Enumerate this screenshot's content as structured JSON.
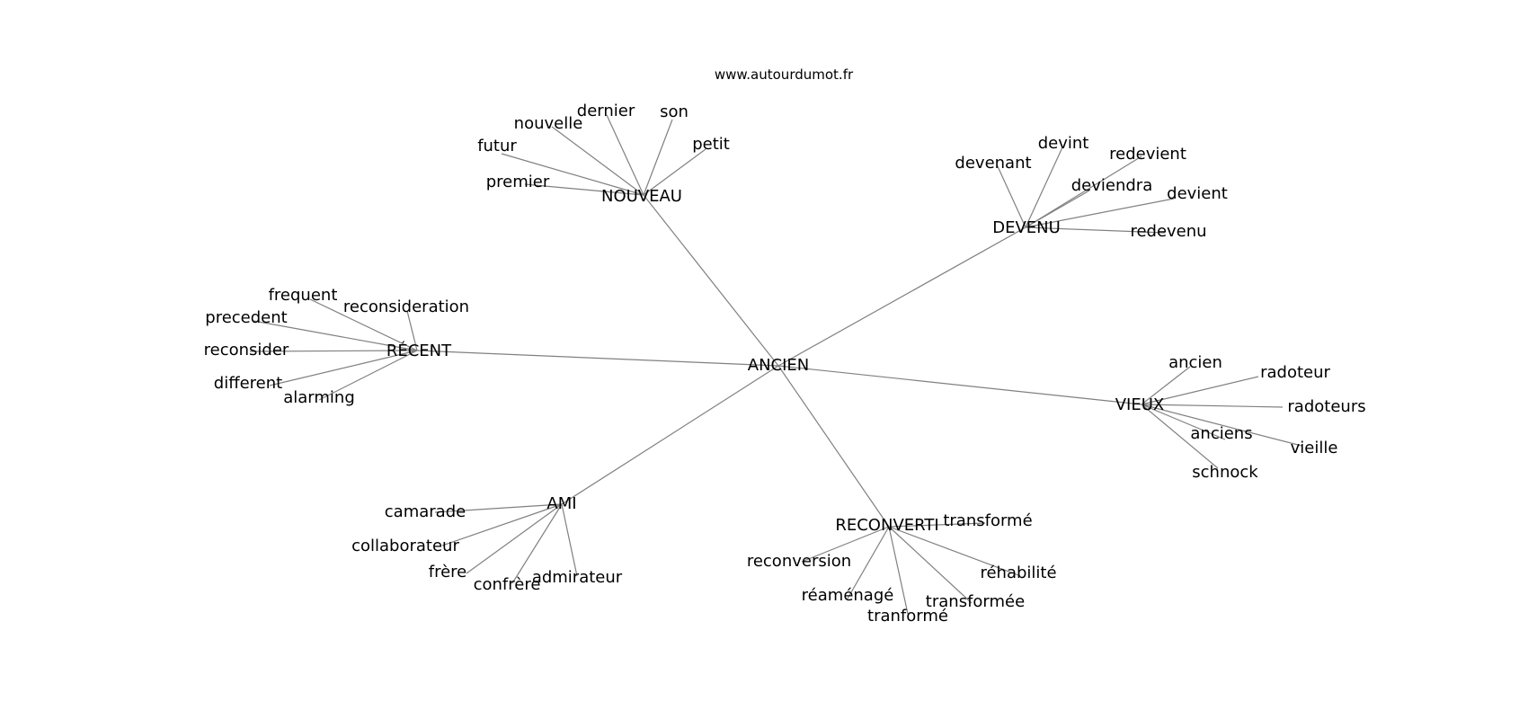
{
  "credit": "www.autourdumot.fr",
  "colors": {
    "edge": "#808080",
    "text": "#000000",
    "background": "#ffffff"
  },
  "center": "ANCIEN",
  "hubs": [
    {
      "label": "NOUVEAU",
      "leaves": [
        "premier",
        "futur",
        "nouvelle",
        "dernier",
        "son",
        "petit"
      ]
    },
    {
      "label": "DEVENU",
      "leaves": [
        "devenant",
        "devint",
        "redevient",
        "deviendra",
        "devient",
        "redevenu"
      ]
    },
    {
      "label": "RÉCENT",
      "leaves": [
        "frequent",
        "reconsideration",
        "precedent",
        "reconsider",
        "different",
        "alarming"
      ]
    },
    {
      "label": "VIEUX",
      "leaves": [
        "ancien",
        "radoteur",
        "radoteurs",
        "anciens",
        "vieille",
        "schnock"
      ]
    },
    {
      "label": "AMI",
      "leaves": [
        "camarade",
        "collaborateur",
        "frère",
        "confrère",
        "admirateur"
      ]
    },
    {
      "label": "RECONVERTI",
      "leaves": [
        "transformé",
        "reconversion",
        "réhabilité",
        "réaménagé",
        "transformée",
        "tranformé"
      ]
    }
  ]
}
